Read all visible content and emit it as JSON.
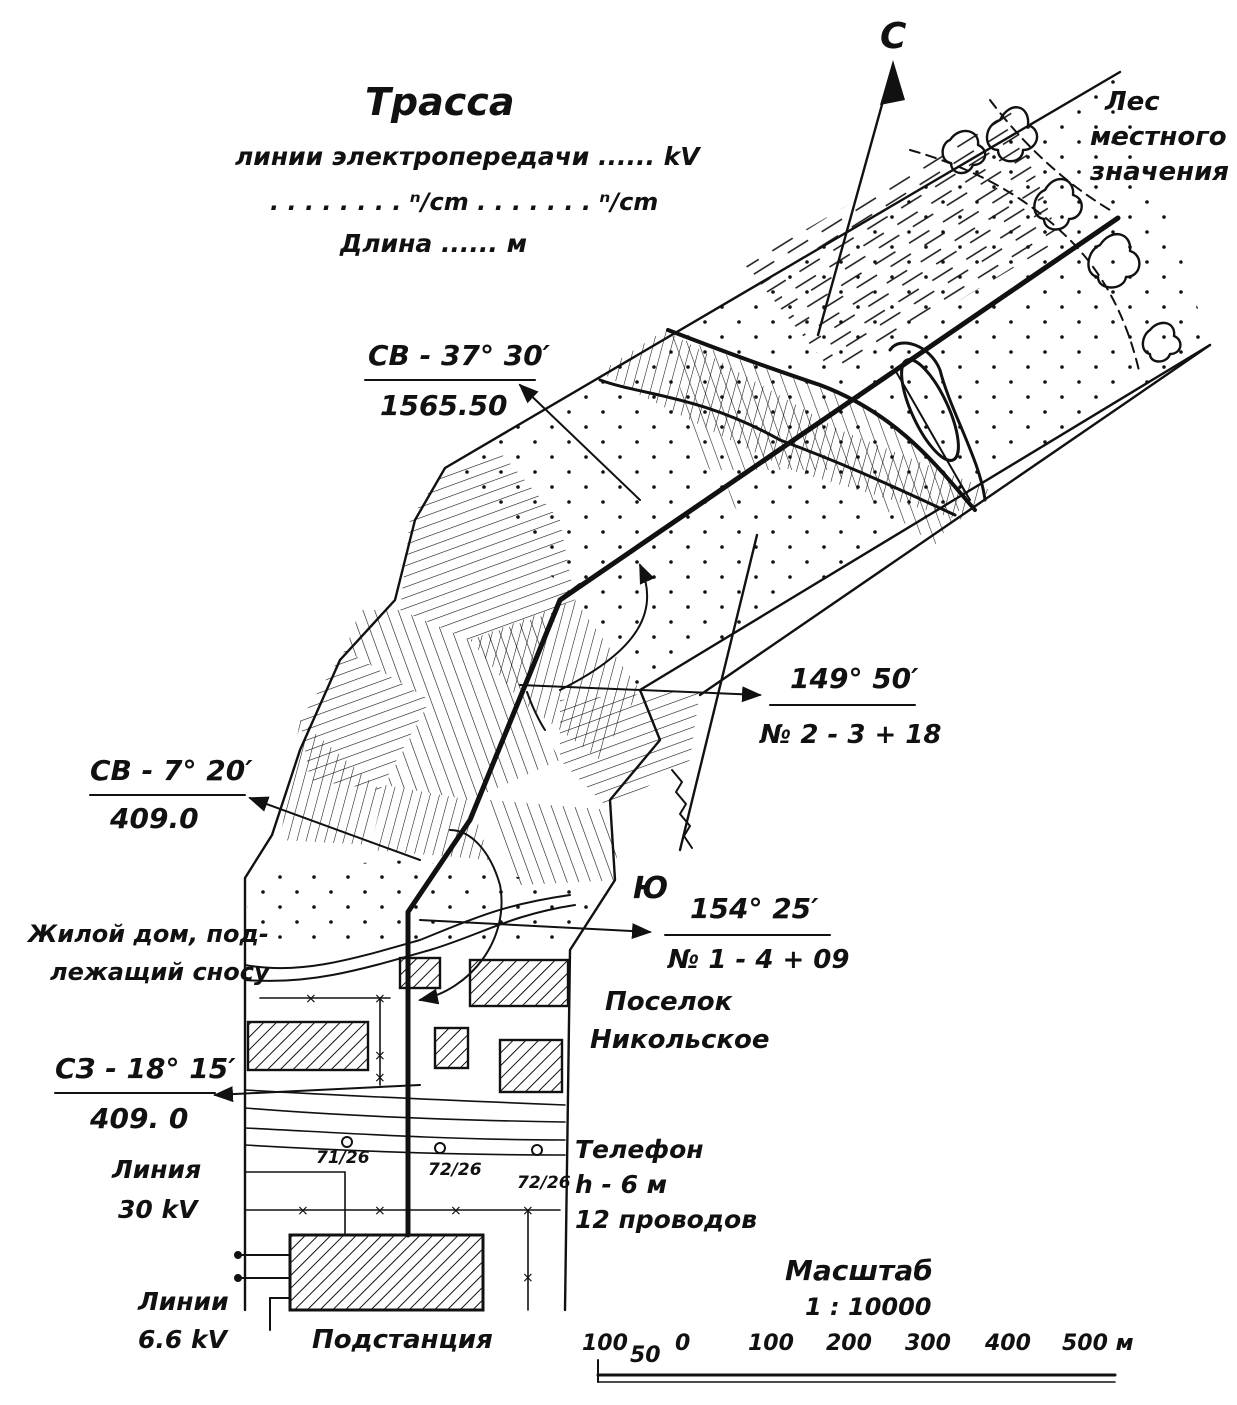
{
  "title": {
    "main": "Трасса",
    "line1": "линии электропередачи ...... kV",
    "line2": ". . . . . . . . ⁿ/cm . . . . . . . ⁿ/cm",
    "line3": "Длина ...... м"
  },
  "north": "С",
  "south": "Ю",
  "forest": [
    "Лес",
    "местного",
    "значения"
  ],
  "bearings": [
    {
      "num": "СВ - 37° 30′",
      "den": "1565.50"
    },
    {
      "num": "149° 50′",
      "den": "№ 2 - 3 + 18"
    },
    {
      "num": "СВ - 7° 20′",
      "den": "409.0"
    },
    {
      "num": "154° 25′",
      "den": "№ 1 - 4 + 09"
    },
    {
      "num": "СЗ - 18° 15′",
      "den": "409. 0"
    }
  ],
  "house_label": [
    "Жилой дом, под-",
    "лежащий сносу"
  ],
  "village_label": [
    "Поселок",
    "Никольское"
  ],
  "phone_label": [
    "Телефон",
    "h - 6 м",
    "12 проводов"
  ],
  "pole_labels": [
    "71/26",
    "72/26",
    "72/26"
  ],
  "line30_label": [
    "Линия",
    "30 kV"
  ],
  "line66_label": [
    "Линии",
    "6.6 kV"
  ],
  "substation_label": "Подстанция",
  "scale": {
    "title": "Масштаб",
    "ratio": "1 : 10000",
    "ticks": [
      "100",
      "50",
      "0",
      "100",
      "200",
      "300",
      "400",
      "500 м"
    ]
  }
}
